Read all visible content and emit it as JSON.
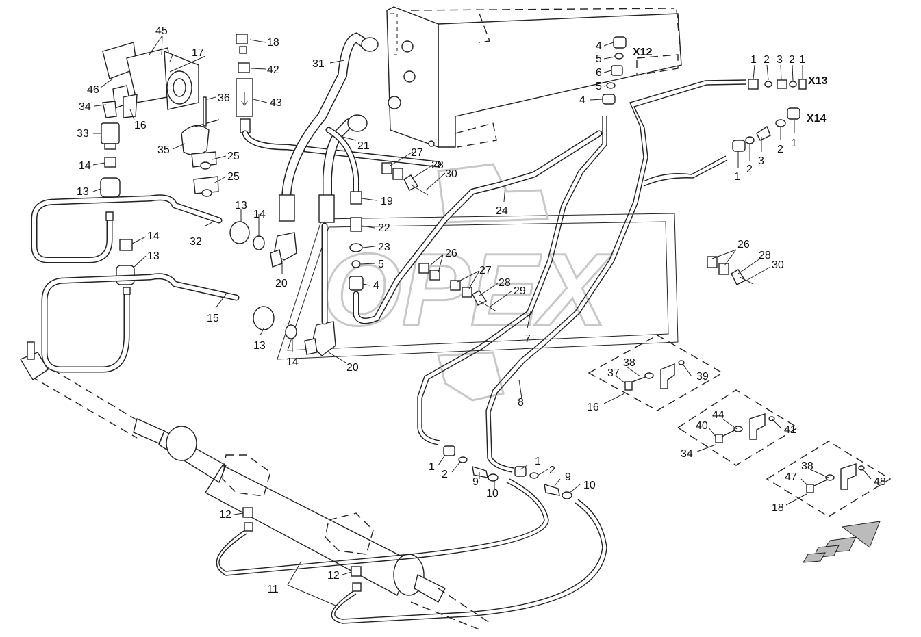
{
  "diagram": {
    "watermark": "OPEX",
    "connection_labels": [
      "X12",
      "X13",
      "X14"
    ],
    "callouts": [
      {
        "id": "c45",
        "text": "45"
      },
      {
        "id": "c17",
        "text": "17"
      },
      {
        "id": "c46",
        "text": "46"
      },
      {
        "id": "c34a",
        "text": "34"
      },
      {
        "id": "c16a",
        "text": "16"
      },
      {
        "id": "c33",
        "text": "33"
      },
      {
        "id": "c14a",
        "text": "14"
      },
      {
        "id": "c13a",
        "text": "13"
      },
      {
        "id": "c18a",
        "text": "18"
      },
      {
        "id": "c42",
        "text": "42"
      },
      {
        "id": "c43",
        "text": "43"
      },
      {
        "id": "c36",
        "text": "36"
      },
      {
        "id": "c35",
        "text": "35"
      },
      {
        "id": "c25a",
        "text": "25"
      },
      {
        "id": "c25b",
        "text": "25"
      },
      {
        "id": "c31",
        "text": "31"
      },
      {
        "id": "c21",
        "text": "21"
      },
      {
        "id": "c27a",
        "text": "27"
      },
      {
        "id": "c28a",
        "text": "28"
      },
      {
        "id": "c30a",
        "text": "30"
      },
      {
        "id": "c19",
        "text": "19"
      },
      {
        "id": "c24",
        "text": "24"
      },
      {
        "id": "c22",
        "text": "22"
      },
      {
        "id": "c23",
        "text": "23"
      },
      {
        "id": "c5c",
        "text": "5"
      },
      {
        "id": "c4c",
        "text": "4"
      },
      {
        "id": "c26a",
        "text": "26"
      },
      {
        "id": "c27b",
        "text": "27"
      },
      {
        "id": "c28b",
        "text": "28"
      },
      {
        "id": "c29",
        "text": "29"
      },
      {
        "id": "c7",
        "text": "7"
      },
      {
        "id": "c8",
        "text": "8"
      },
      {
        "id": "c13b",
        "text": "13"
      },
      {
        "id": "c14b",
        "text": "14"
      },
      {
        "id": "c32",
        "text": "32"
      },
      {
        "id": "c14c",
        "text": "14"
      },
      {
        "id": "c13c",
        "text": "13"
      },
      {
        "id": "c20a",
        "text": "20"
      },
      {
        "id": "c15",
        "text": "15"
      },
      {
        "id": "c13d",
        "text": "13"
      },
      {
        "id": "c14d",
        "text": "14"
      },
      {
        "id": "c20b",
        "text": "20"
      },
      {
        "id": "c4a",
        "text": "4"
      },
      {
        "id": "c5a",
        "text": "5"
      },
      {
        "id": "c6",
        "text": "6"
      },
      {
        "id": "c5b",
        "text": "5"
      },
      {
        "id": "c4b",
        "text": "4"
      },
      {
        "id": "c1a",
        "text": "1"
      },
      {
        "id": "c2a",
        "text": "2"
      },
      {
        "id": "c3a",
        "text": "3"
      },
      {
        "id": "c2b",
        "text": "2"
      },
      {
        "id": "c1b",
        "text": "1"
      },
      {
        "id": "c1c",
        "text": "1"
      },
      {
        "id": "c2c",
        "text": "2"
      },
      {
        "id": "c3b",
        "text": "3"
      },
      {
        "id": "c2d",
        "text": "2"
      },
      {
        "id": "c1d",
        "text": "1"
      },
      {
        "id": "c26b",
        "text": "26"
      },
      {
        "id": "c28c",
        "text": "28"
      },
      {
        "id": "c30b",
        "text": "30"
      },
      {
        "id": "c38a",
        "text": "38"
      },
      {
        "id": "c37",
        "text": "37"
      },
      {
        "id": "c39",
        "text": "39"
      },
      {
        "id": "c16b",
        "text": "16"
      },
      {
        "id": "c44",
        "text": "44"
      },
      {
        "id": "c40",
        "text": "40"
      },
      {
        "id": "c41",
        "text": "41"
      },
      {
        "id": "c34b",
        "text": "34"
      },
      {
        "id": "c38b",
        "text": "38"
      },
      {
        "id": "c47",
        "text": "47"
      },
      {
        "id": "c48",
        "text": "48"
      },
      {
        "id": "c18b",
        "text": "18"
      },
      {
        "id": "c1e",
        "text": "1"
      },
      {
        "id": "c2e",
        "text": "2"
      },
      {
        "id": "c9a",
        "text": "9"
      },
      {
        "id": "c10a",
        "text": "10"
      },
      {
        "id": "c1f",
        "text": "1"
      },
      {
        "id": "c2f",
        "text": "2"
      },
      {
        "id": "c9b",
        "text": "9"
      },
      {
        "id": "c10b",
        "text": "10"
      },
      {
        "id": "c12a",
        "text": "12"
      },
      {
        "id": "c12b",
        "text": "12"
      },
      {
        "id": "c11",
        "text": "11"
      }
    ]
  }
}
